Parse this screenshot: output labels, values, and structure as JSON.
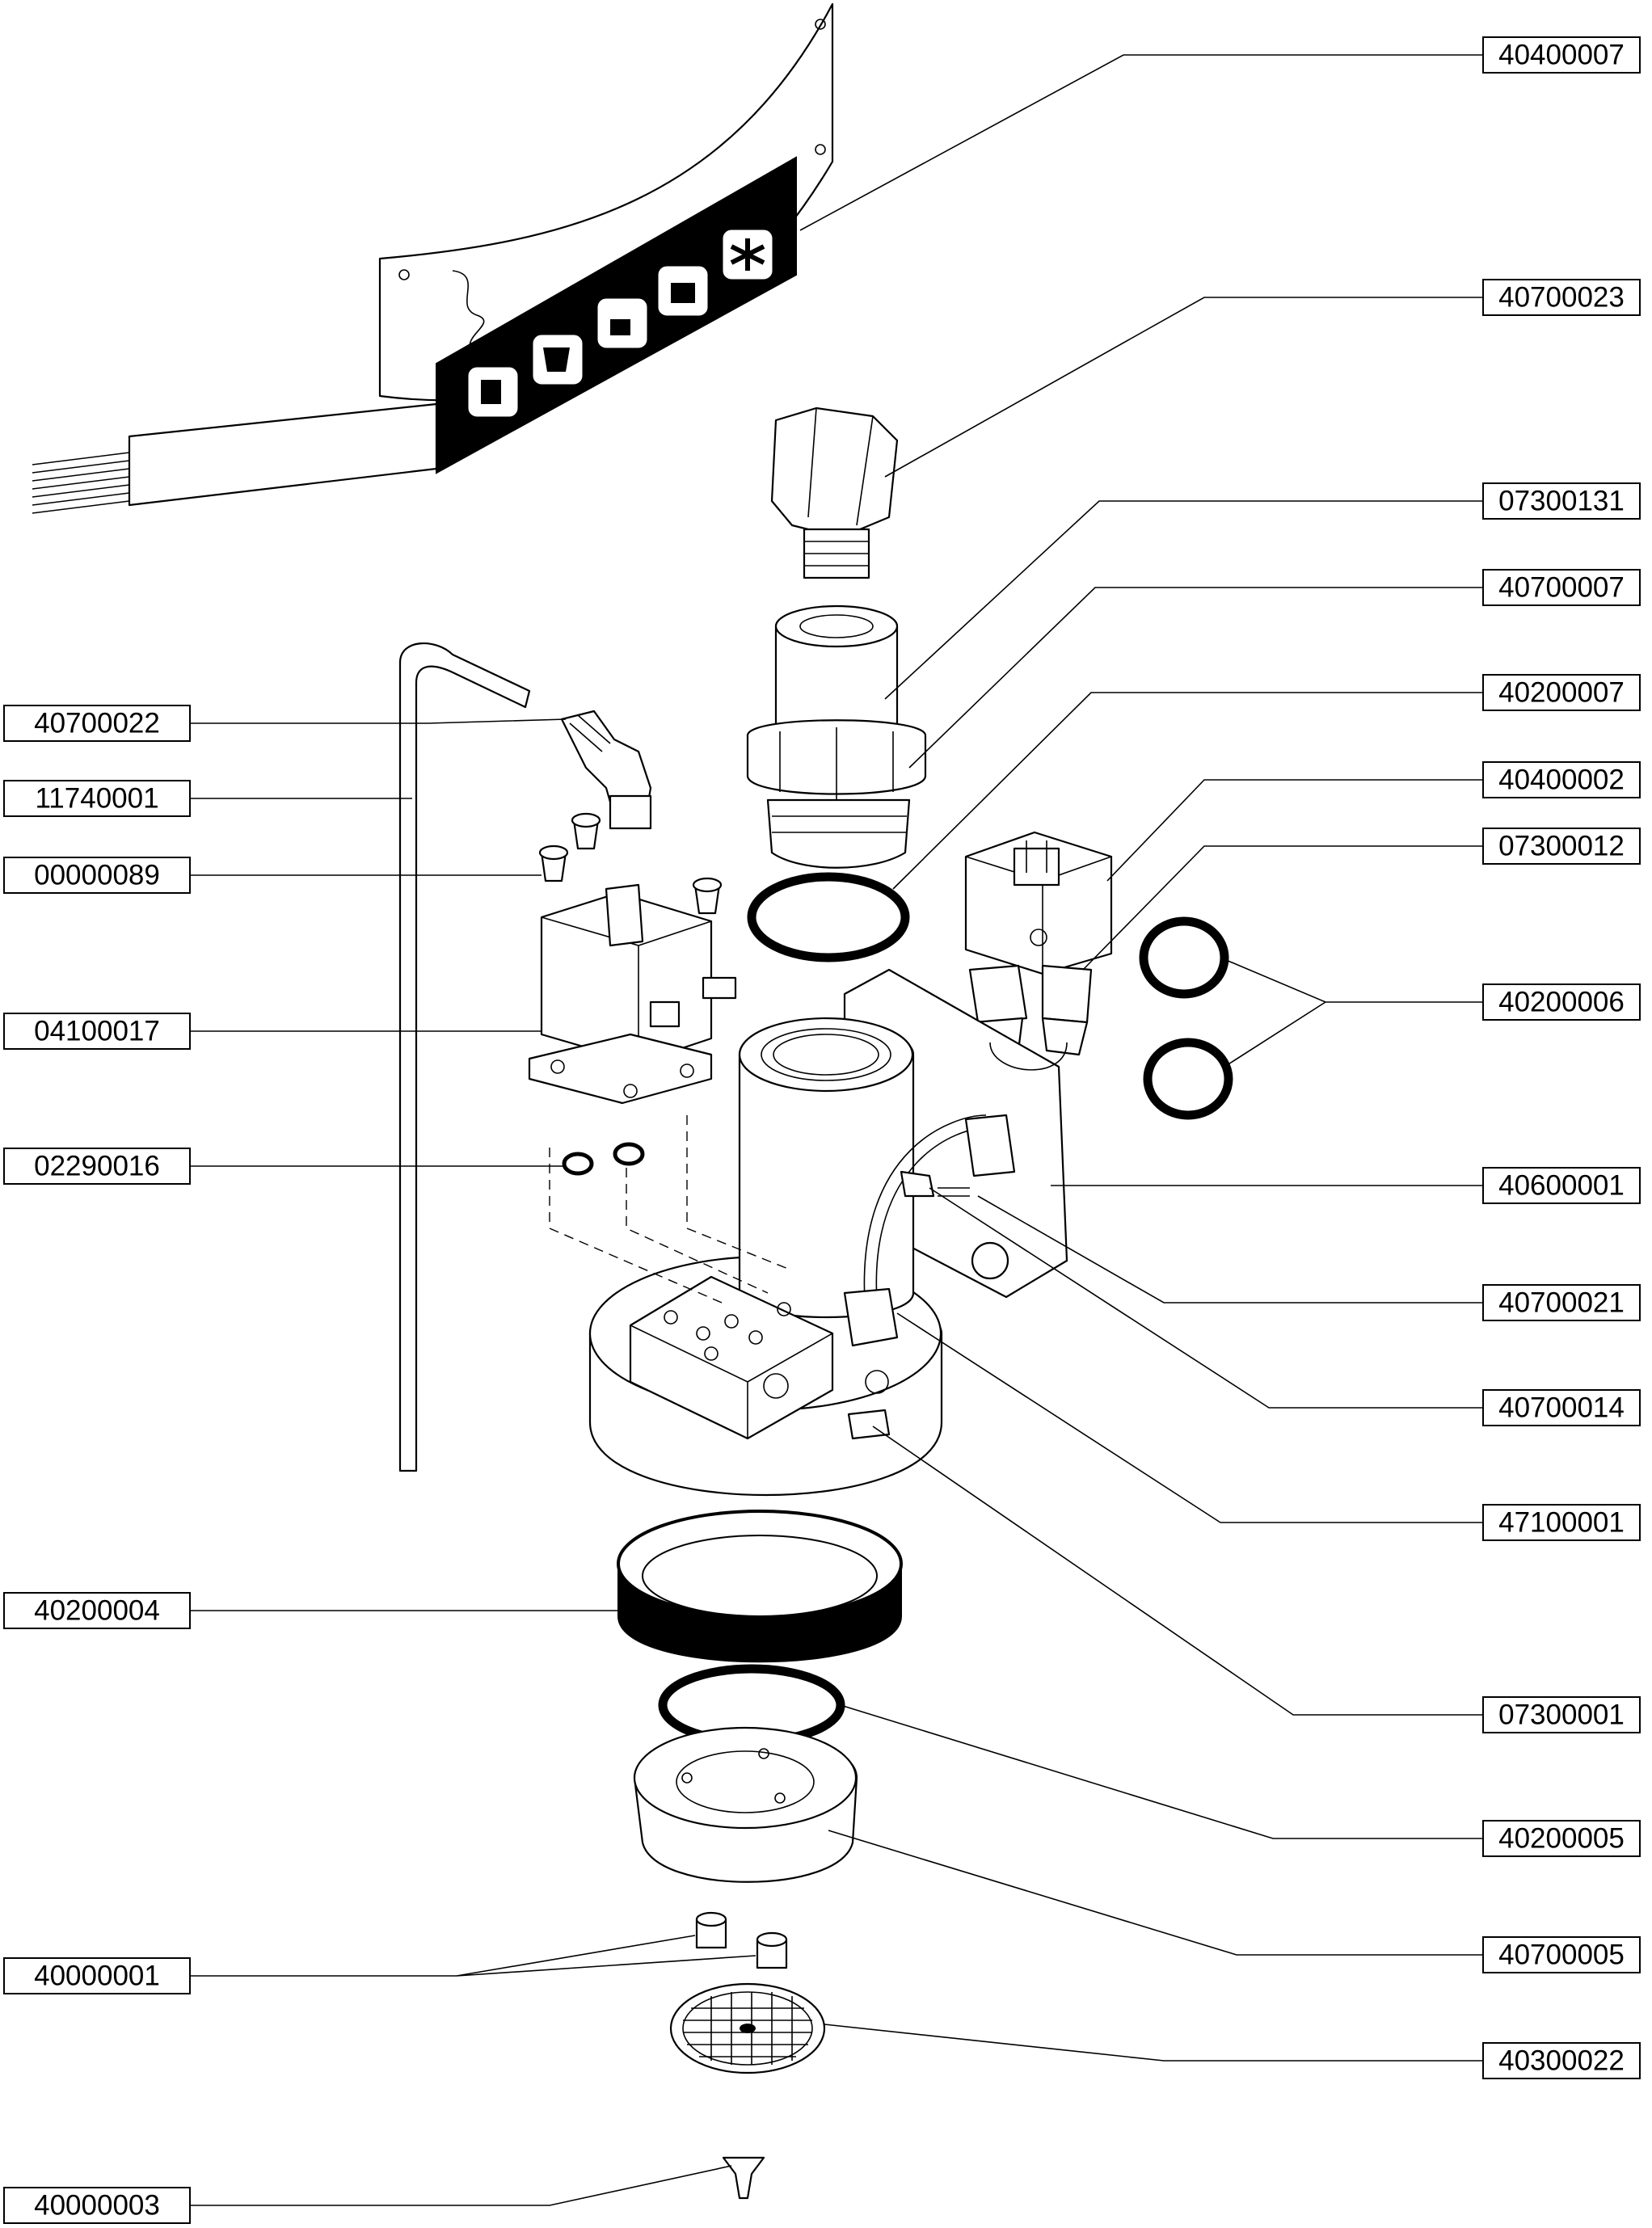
{
  "diagram": {
    "part_labels": [
      {
        "id": "lbl-40400007",
        "text": "40400007"
      },
      {
        "id": "lbl-40700023",
        "text": "40700023"
      },
      {
        "id": "lbl-07300131",
        "text": "07300131"
      },
      {
        "id": "lbl-40700007",
        "text": "40700007"
      },
      {
        "id": "lbl-40200007",
        "text": "40200007"
      },
      {
        "id": "lbl-40400002",
        "text": "40400002"
      },
      {
        "id": "lbl-07300012",
        "text": "07300012"
      },
      {
        "id": "lbl-40200006",
        "text": "40200006"
      },
      {
        "id": "lbl-40600001",
        "text": "40600001"
      },
      {
        "id": "lbl-40700021",
        "text": "40700021"
      },
      {
        "id": "lbl-40700014",
        "text": "40700014"
      },
      {
        "id": "lbl-47100001",
        "text": "47100001"
      },
      {
        "id": "lbl-07300001",
        "text": "07300001"
      },
      {
        "id": "lbl-40200005",
        "text": "40200005"
      },
      {
        "id": "lbl-40700005",
        "text": "40700005"
      },
      {
        "id": "lbl-40300022",
        "text": "40300022"
      },
      {
        "id": "lbl-40700022",
        "text": "40700022"
      },
      {
        "id": "lbl-11740001",
        "text": "11740001"
      },
      {
        "id": "lbl-00000089",
        "text": "00000089"
      },
      {
        "id": "lbl-04100017",
        "text": "04100017"
      },
      {
        "id": "lbl-02290016",
        "text": "02290016"
      },
      {
        "id": "lbl-40200004",
        "text": "40200004"
      },
      {
        "id": "lbl-40000001",
        "text": "40000001"
      },
      {
        "id": "lbl-40000003",
        "text": "40000003"
      }
    ]
  },
  "colors": {
    "ink": "#000000",
    "paper": "#ffffff"
  }
}
